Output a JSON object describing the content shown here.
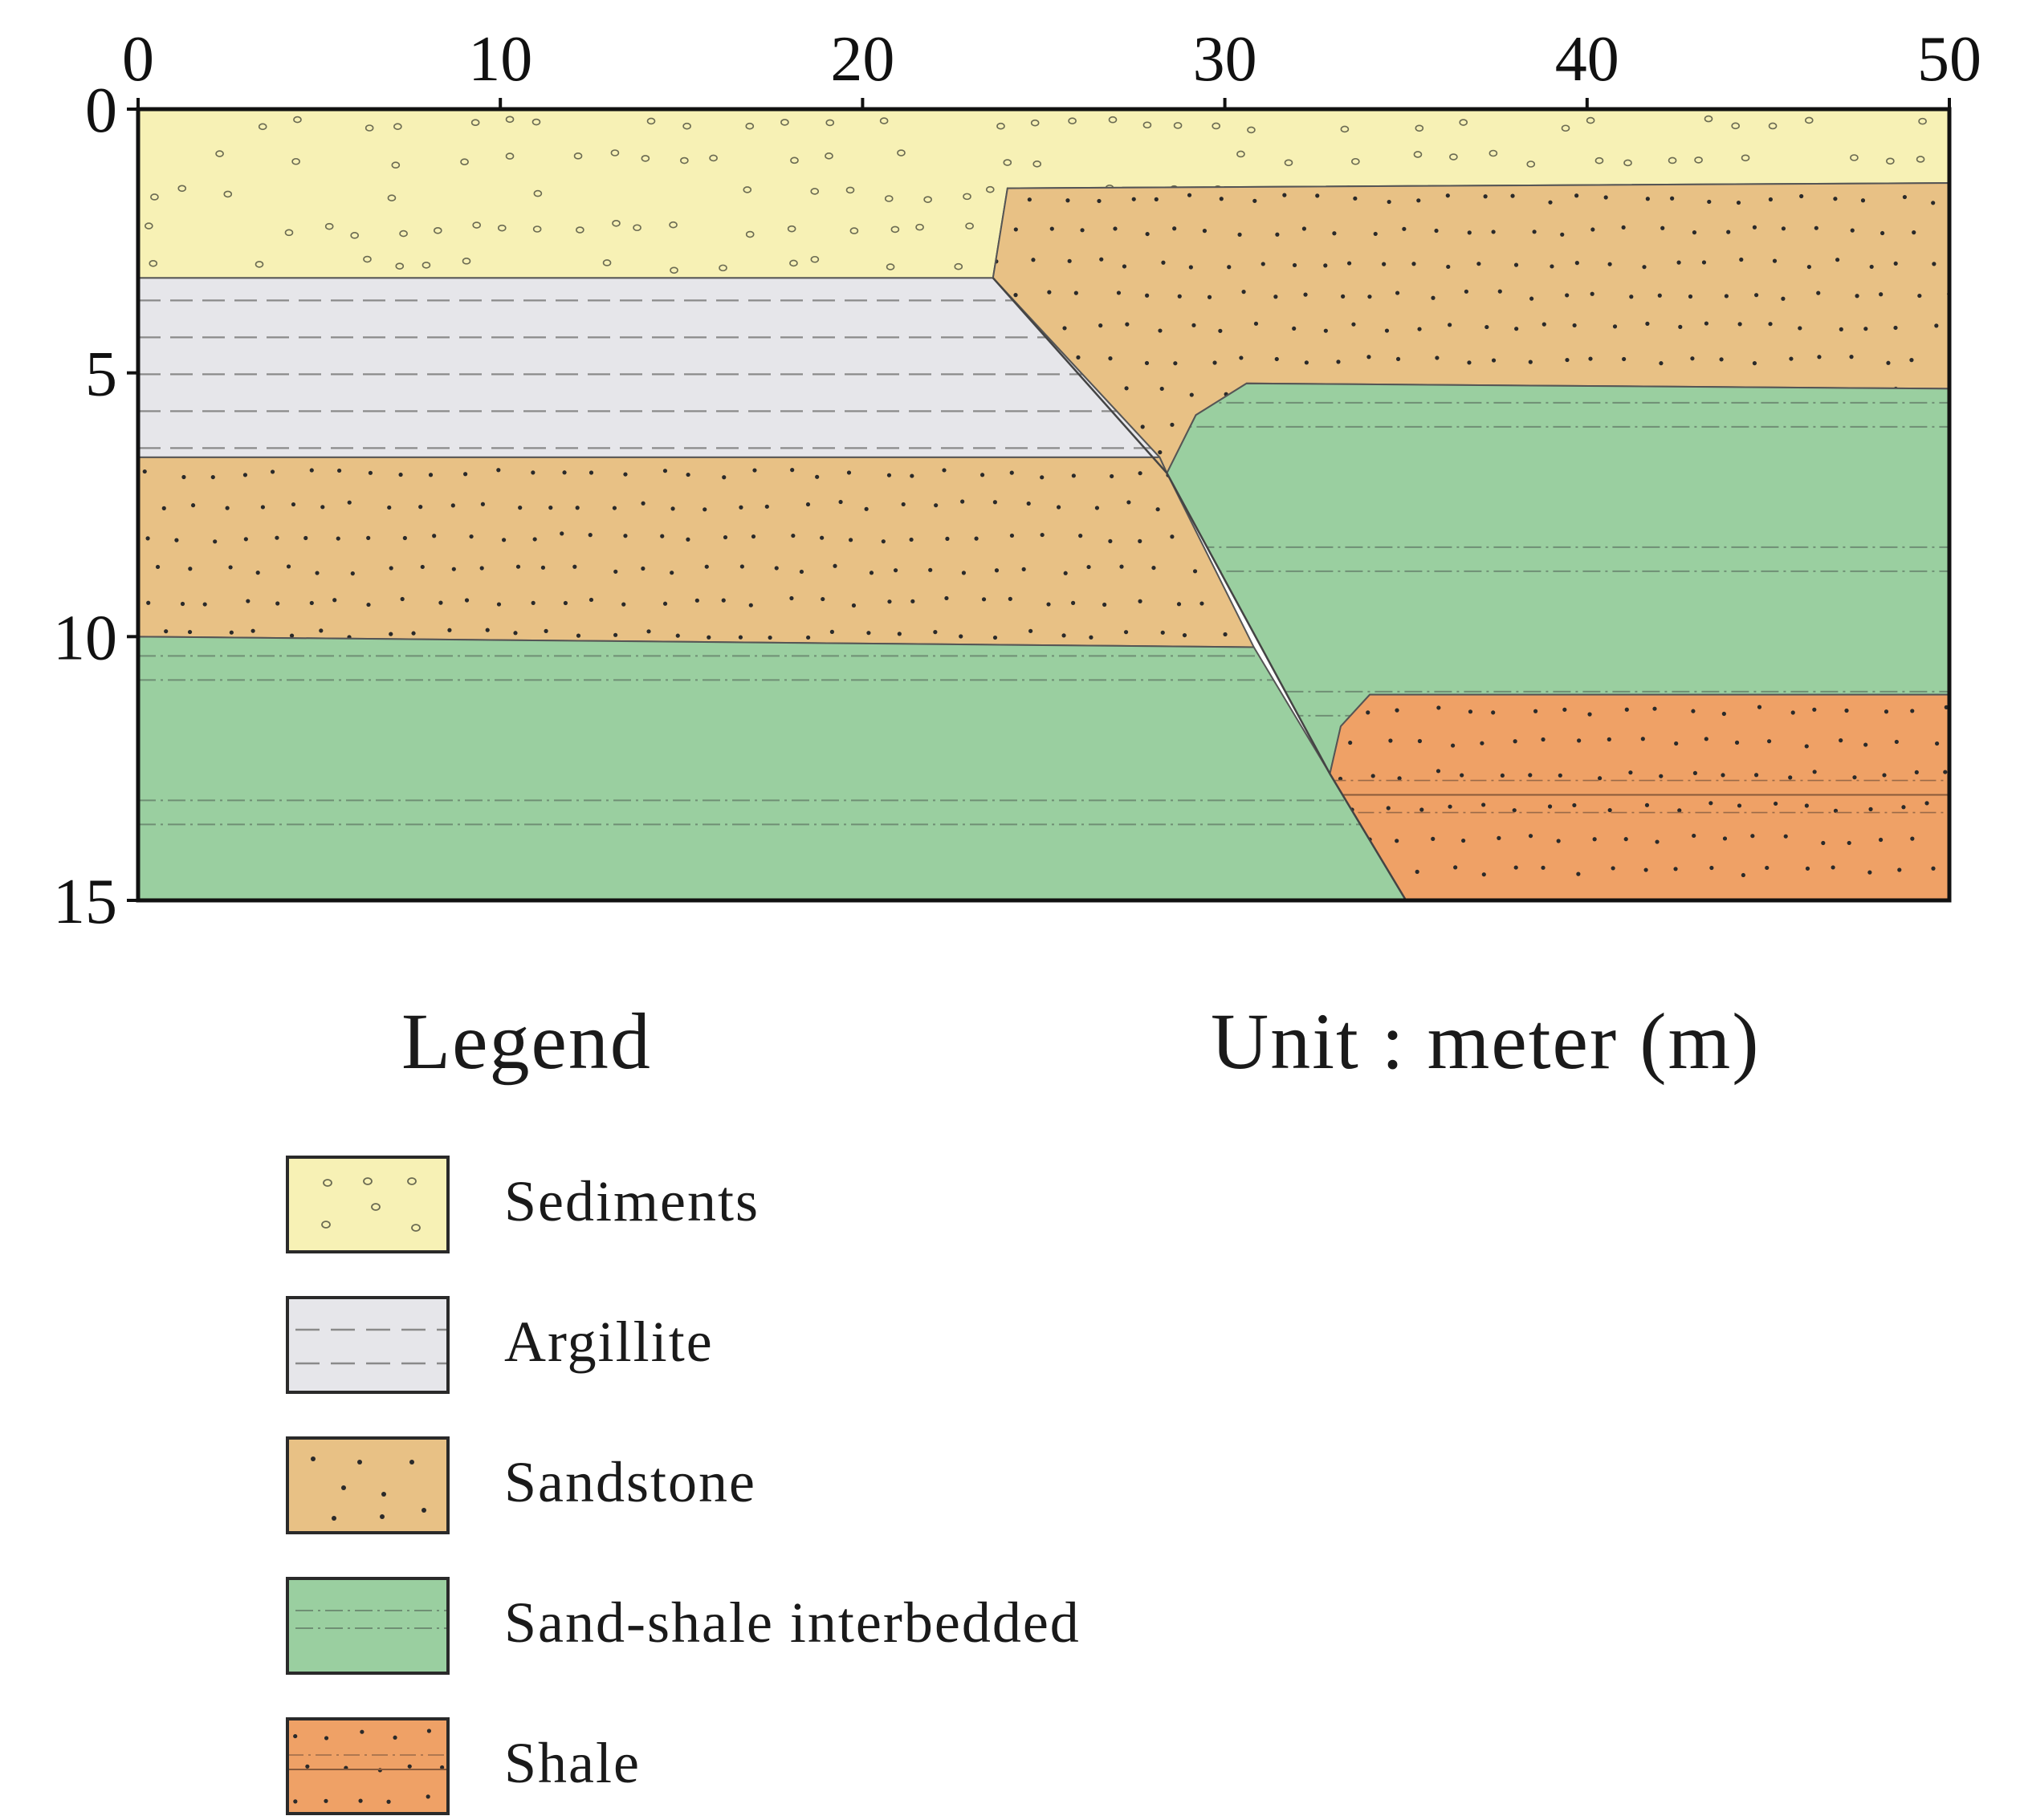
{
  "chart_data": {
    "type": "geological-cross-section",
    "x_ticks": [
      "0",
      "10",
      "20",
      "30",
      "40",
      "50"
    ],
    "y_ticks": [
      "0",
      "5",
      "10",
      "15"
    ],
    "x_range": [
      0,
      50
    ],
    "depth_range": [
      0,
      15
    ],
    "depth_axis": "top-down",
    "units": {
      "horizontal": "m",
      "vertical": "m"
    },
    "layers": [
      {
        "id": "sediments-top",
        "lithology": "Sediments",
        "color": "#F7F1B5",
        "pattern": "pebbles",
        "outline": [
          [
            0,
            0
          ],
          [
            50,
            0
          ],
          [
            50,
            1.4
          ],
          [
            24,
            1.5
          ],
          [
            23.6,
            3.2
          ],
          [
            0,
            3.2
          ]
        ]
      },
      {
        "id": "argillite",
        "lithology": "Argillite",
        "color": "#E6E6EA",
        "pattern": "dashes",
        "outline": [
          [
            0,
            3.2
          ],
          [
            23.6,
            3.2
          ],
          [
            28.2,
            6.6
          ],
          [
            0,
            6.6
          ]
        ]
      },
      {
        "id": "sandstone-upper-right",
        "lithology": "Sandstone",
        "color": "#E8C185",
        "pattern": "dots",
        "outline": [
          [
            24,
            1.5
          ],
          [
            50,
            1.4
          ],
          [
            50,
            5.3
          ],
          [
            30.6,
            5.2
          ],
          [
            29.2,
            5.8
          ],
          [
            28.4,
            6.9
          ],
          [
            28.2,
            6.6
          ],
          [
            23.6,
            3.2
          ]
        ]
      },
      {
        "id": "sandstone-left",
        "lithology": "Sandstone",
        "color": "#E8C185",
        "pattern": "dots",
        "outline": [
          [
            0,
            6.6
          ],
          [
            28.2,
            6.6
          ],
          [
            28.4,
            6.9
          ],
          [
            30.8,
            10.2
          ],
          [
            0,
            10.0
          ]
        ]
      },
      {
        "id": "interbedded-right",
        "lithology": "Sand-shale interbedded",
        "color": "#9ACFA0",
        "pattern": "dashdot",
        "outline": [
          [
            28.4,
            6.9
          ],
          [
            29.2,
            5.8
          ],
          [
            30.6,
            5.2
          ],
          [
            50,
            5.3
          ],
          [
            50,
            11.1
          ],
          [
            34,
            11.1
          ],
          [
            33.2,
            11.7
          ],
          [
            32.9,
            12.6
          ]
        ]
      },
      {
        "id": "interbedded-left",
        "lithology": "Sand-shale interbedded",
        "color": "#9ACFA0",
        "pattern": "dashdot",
        "outline": [
          [
            0,
            10.0
          ],
          [
            30.8,
            10.2
          ],
          [
            32.9,
            12.6
          ],
          [
            35,
            15
          ],
          [
            0,
            15
          ]
        ]
      },
      {
        "id": "shale-right",
        "lithology": "Shale",
        "color": "#EFA166",
        "pattern": "shale",
        "outline": [
          [
            32.9,
            12.6
          ],
          [
            33.2,
            11.7
          ],
          [
            34,
            11.1
          ],
          [
            50,
            11.1
          ],
          [
            50,
            15
          ],
          [
            35,
            15
          ]
        ]
      }
    ],
    "fault": [
      [
        23.6,
        3.2
      ],
      [
        28.4,
        6.9
      ],
      [
        32.9,
        12.6
      ],
      [
        35,
        15
      ]
    ],
    "legend": [
      {
        "label": "Sediments",
        "color": "#F7F1B5",
        "pattern": "pebbles"
      },
      {
        "label": "Argillite",
        "color": "#E6E6EA",
        "pattern": "dashes"
      },
      {
        "label": "Sandstone",
        "color": "#E8C185",
        "pattern": "dots"
      },
      {
        "label": "Sand-shale interbedded",
        "color": "#9ACFA0",
        "pattern": "dashdot"
      },
      {
        "label": "Shale",
        "color": "#EFA166",
        "pattern": "shale"
      }
    ]
  },
  "legend_title": "Legend",
  "unit_label": "Unit : meter (m)",
  "colors": {
    "outline": "#555555",
    "axis": "#111111",
    "pattern_ink": "#2a2a2a",
    "dash_gray": "#8a8a8a"
  }
}
